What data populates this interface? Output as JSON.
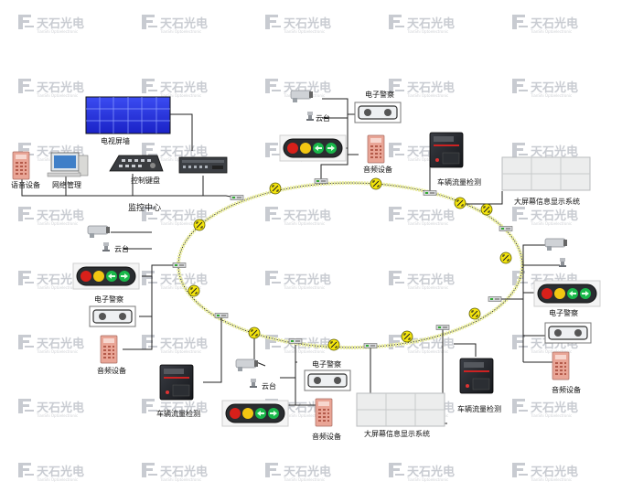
{
  "labels": {
    "video_wall": "电视屏墙",
    "voice_device": "语音设备",
    "network_mgmt": "网络管理",
    "control_keyboard": "控制键盘",
    "monitor_center": "监控中心",
    "e_police": "电子警察",
    "ptz": "云台",
    "audio_device": "音频设备",
    "vehicle_detect": "车辆流量检测",
    "big_screen": "大屏幕信息显示系统"
  },
  "watermark": {
    "text": "天石光电",
    "sub": "TianShi Optoelectronic"
  },
  "colors": {
    "ring_fiber": "#e9ec9c",
    "line": "#222222",
    "video_wall_blue": "#1f2bd8",
    "signal_red": "#d8201a",
    "signal_yellow": "#f2c612",
    "signal_green": "#19b84a",
    "node_yellow": "#f3e40d"
  }
}
